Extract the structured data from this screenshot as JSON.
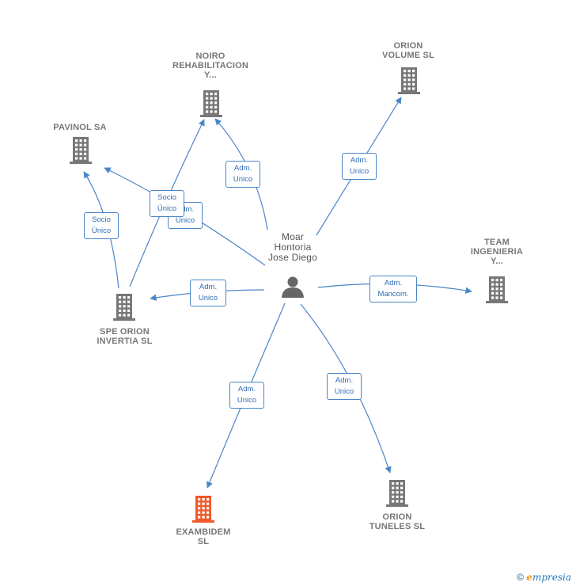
{
  "center": {
    "label": "Moar\nHontoria\nJose Diego",
    "icon": "person-icon"
  },
  "companies": [
    {
      "id": "noiro",
      "label": "NOIRO\nREHABILITACION\nY...",
      "icon": "building-icon",
      "color": "#777777"
    },
    {
      "id": "orion-volume",
      "label": "ORION\nVOLUME SL",
      "icon": "building-icon",
      "color": "#777777"
    },
    {
      "id": "pavinol",
      "label": "PAVINOL SA",
      "icon": "building-icon",
      "color": "#777777"
    },
    {
      "id": "team",
      "label": "TEAM\nINGENIERIA\nY...",
      "icon": "building-icon",
      "color": "#777777"
    },
    {
      "id": "spe-orion",
      "label": "SPE ORION\nINVERTIA SL",
      "icon": "building-icon",
      "color": "#777777"
    },
    {
      "id": "exambidem",
      "label": "EXAMBIDEM\nSL",
      "icon": "building-icon",
      "color": "#f0592a"
    },
    {
      "id": "orion-tuneles",
      "label": "ORION\nTUNELES SL",
      "icon": "building-icon",
      "color": "#777777"
    }
  ],
  "edges": [
    {
      "from": "center",
      "to": "noiro",
      "label": "Adm.\nUnico"
    },
    {
      "from": "center",
      "to": "orion-volume",
      "label": "Adm.\nUnico"
    },
    {
      "from": "center",
      "to": "pavinol",
      "label": "Adm.\nUnico"
    },
    {
      "from": "center",
      "to": "team",
      "label": "Adm.\nMancom."
    },
    {
      "from": "center",
      "to": "spe-orion",
      "label": "Adm.\nUnico"
    },
    {
      "from": "center",
      "to": "exambidem",
      "label": "Adm.\nUnico"
    },
    {
      "from": "center",
      "to": "orion-tuneles",
      "label": "Adm.\nUnico"
    },
    {
      "from": "spe-orion",
      "to": "pavinol",
      "label": "Socio\nÚnico"
    },
    {
      "from": "spe-orion",
      "to": "noiro",
      "label": "Socio\nÚnico"
    }
  ],
  "colors": {
    "edge": "#4a86c8",
    "building": "#777777",
    "highlight": "#f0592a",
    "person": "#666666"
  },
  "footer": {
    "copyright": "©",
    "brand_first": "e",
    "brand_rest": "mpresia"
  }
}
